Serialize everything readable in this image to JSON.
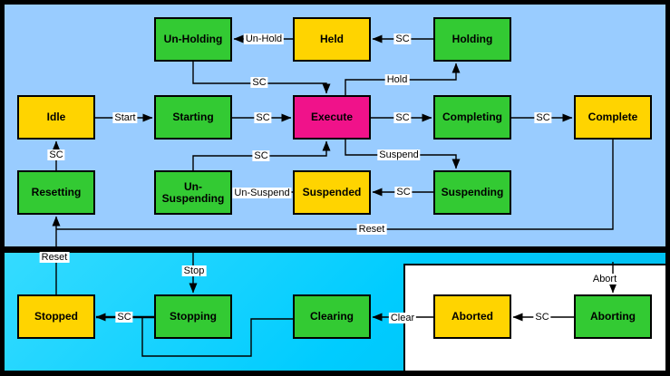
{
  "colors": {
    "wait-state": "#FFD400",
    "acting-state": "#33CA33",
    "execute-state": "#F0128A",
    "upper-region": "#99CCFF",
    "lower-region": "#00CCFF",
    "abort-region": "#FFFFFF"
  },
  "states": {
    "unholding": "Un-Holding",
    "held": "Held",
    "holding": "Holding",
    "idle": "Idle",
    "starting": "Starting",
    "execute": "Execute",
    "completing": "Completing",
    "complete": "Complete",
    "resetting": "Resetting",
    "unsuspending": "Un-Suspending",
    "suspended": "Suspended",
    "suspending": "Suspending",
    "stopped": "Stopped",
    "stopping": "Stopping",
    "clearing": "Clearing",
    "aborted": "Aborted",
    "aborting": "Aborting"
  },
  "labels": {
    "unhold": "Un-Hold",
    "sc_holding_held": "SC",
    "sc_unholding_execute": "SC",
    "hold": "Hold",
    "start": "Start",
    "sc_starting_execute": "SC",
    "sc_execute_completing": "SC",
    "sc_completing_complete": "SC",
    "sc_resetting_idle": "SC",
    "sc_unsuspending_execute": "SC",
    "suspend": "Suspend",
    "sc_suspending_suspended": "SC",
    "unsuspend": "Un-Suspend",
    "reset_upper": "Reset",
    "reset_stopped": "Reset",
    "stop": "Stop",
    "sc_stopping_stopped": "SC",
    "clear": "Clear",
    "sc_aborting_aborted": "SC",
    "abort": "Abort"
  }
}
